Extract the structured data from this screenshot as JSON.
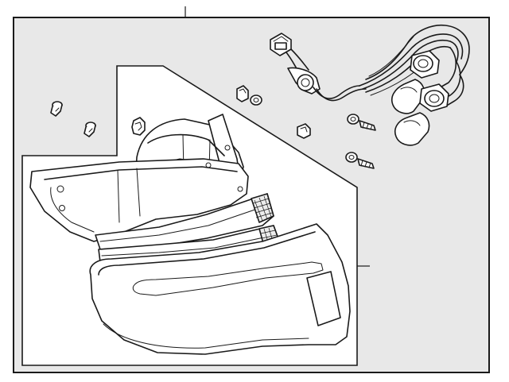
{
  "diagram": {
    "background_color": "#e8e8e8",
    "frame_color": "#1a1a1a",
    "inset_color": "#ffffff",
    "parts": [
      {
        "name": "tail-lamp-assembly",
        "kind": "main assembly"
      },
      {
        "name": "lamp-lens",
        "kind": "lens"
      },
      {
        "name": "reflector-strip-upper",
        "kind": "reflector"
      },
      {
        "name": "reflector-strip-lower",
        "kind": "reflector"
      },
      {
        "name": "lamp-housing",
        "kind": "housing"
      },
      {
        "name": "wiring-harness",
        "kind": "harness"
      },
      {
        "name": "bulb-upper",
        "kind": "bulb"
      },
      {
        "name": "bulb-lower",
        "kind": "bulb"
      },
      {
        "name": "bulb-socket-upper",
        "kind": "socket"
      },
      {
        "name": "bulb-socket-lower",
        "kind": "socket"
      },
      {
        "name": "harness-connector",
        "kind": "connector"
      },
      {
        "name": "mounting-bolt-upper",
        "kind": "bolt"
      },
      {
        "name": "mounting-bolt-lower",
        "kind": "bolt"
      },
      {
        "name": "retainer-clip",
        "kind": "clip"
      },
      {
        "name": "push-pin-fasteners",
        "kind": "fastener"
      },
      {
        "name": "grommet-nuts",
        "kind": "nut"
      }
    ]
  }
}
